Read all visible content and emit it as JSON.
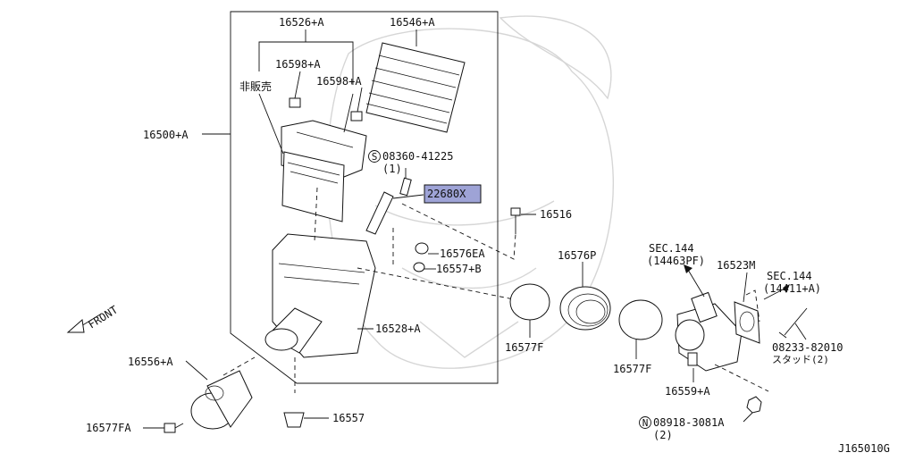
{
  "labels": {
    "p16526A": "16526+A",
    "p16546A": "16546+A",
    "p16598A_1": "16598+A",
    "p16598A_2": "16598+A",
    "not_for_sale": "非販売",
    "p16500A": "16500+A",
    "screw_code": "08360-41225",
    "screw_qty": "(1)",
    "highlight": "22680X",
    "p16516": "16516",
    "p16576EA": "16576EA",
    "p16557B": "16557+B",
    "p16576P": "16576P",
    "p16528A": "16528+A",
    "p16577F_1": "16577F",
    "p16577F_2": "16577F",
    "sec144_a": "SEC.144",
    "sec144_a_ref": "(14463PF)",
    "p16523M": "16523M",
    "sec144_b": "SEC.144",
    "sec144_b_ref": "(14411+A)",
    "stud_code": "08233-82010",
    "stud_text": "スタッド(2)",
    "p16556A": "16556+A",
    "p16559A": "16559+A",
    "p16577FA": "16577FA",
    "p16557": "16557",
    "nut_code": "08918-3081A",
    "nut_qty": "(2)",
    "front": "FRONT",
    "diagram_id": "J165010G",
    "circle_s": "S",
    "circle_n": "N"
  },
  "colors": {
    "highlight_fill": "#9ea3d6",
    "line": "#111111",
    "watermark": "#d6d6d6"
  }
}
